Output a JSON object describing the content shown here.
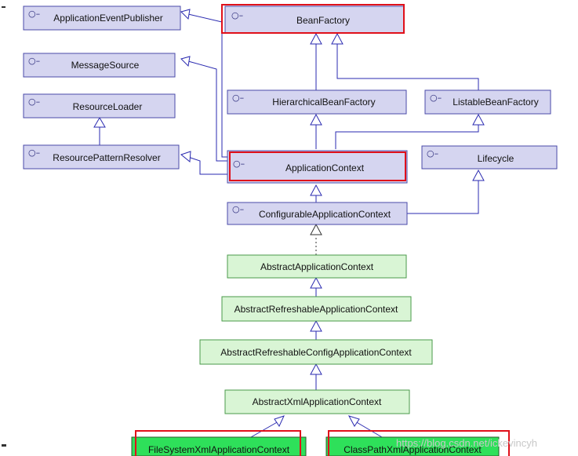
{
  "nodes": {
    "application_event_publisher": "ApplicationEventPublisher",
    "bean_factory": "BeanFactory",
    "message_source": "MessageSource",
    "hierarchical_bean_factory": "HierarchicalBeanFactory",
    "listable_bean_factory": "ListableBeanFactory",
    "resource_loader": "ResourceLoader",
    "resource_pattern_resolver": "ResourcePatternResolver",
    "application_context": "ApplicationContext",
    "lifecycle": "Lifecycle",
    "configurable_application_context": "ConfigurableApplicationContext",
    "abstract_application_context": "AbstractApplicationContext",
    "abstract_refreshable_application_context": "AbstractRefreshableApplicationContext",
    "abstract_refreshable_config_application_context": "AbstractRefreshableConfigApplicationContext",
    "abstract_xml_application_context": "AbstractXmlApplicationContext",
    "file_system_xml_application_context": "FileSystemXmlApplicationContext",
    "class_path_xml_application_context": "ClassPathXmlApplicationContext"
  },
  "interface_marker": "○–",
  "watermark": "https://blog.csdn.net/ickevincyh",
  "colors": {
    "interface_fill": "#d5d5f0",
    "class_fill": "#d9f5d5",
    "concrete_fill": "#2ee05a",
    "highlight": "#e0101a",
    "arrow": "#2a2ab0"
  }
}
